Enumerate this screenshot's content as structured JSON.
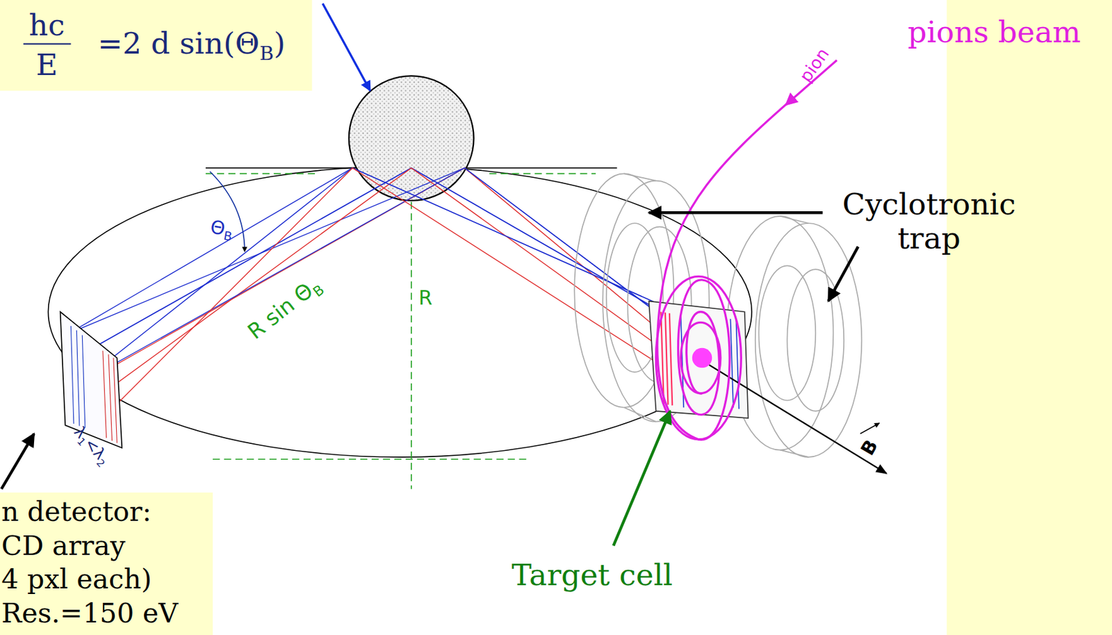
{
  "diagram": {
    "labels": [
      "hc",
      "E",
      "=2 d sin(Θ",
      "B",
      ")",
      "pions beam",
      "pion",
      "Cyclotronic trap",
      "Θ",
      "B",
      "R sin Θ",
      "B",
      "R",
      "λ",
      "1",
      "<λ",
      "2",
      "B",
      "Target cell",
      "n detector:",
      "CD array",
      "4 pxl each)",
      "Res.=150 eV"
    ]
  }
}
